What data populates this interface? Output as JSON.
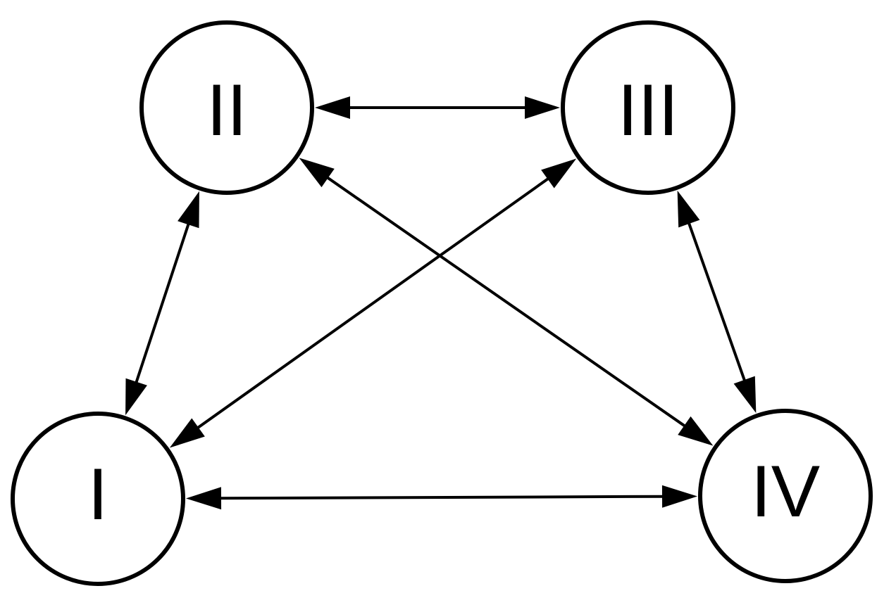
{
  "diagram": {
    "nodes": [
      {
        "id": "I",
        "label": "I"
      },
      {
        "id": "II",
        "label": "II"
      },
      {
        "id": "III",
        "label": "III"
      },
      {
        "id": "IV",
        "label": "IV"
      }
    ],
    "edges": [
      {
        "from": "II",
        "to": "III",
        "direction": "both"
      },
      {
        "from": "I",
        "to": "IV",
        "direction": "both"
      },
      {
        "from": "I",
        "to": "II",
        "direction": "both"
      },
      {
        "from": "III",
        "to": "IV",
        "direction": "both"
      },
      {
        "from": "II",
        "to": "IV",
        "direction": "both"
      },
      {
        "from": "I",
        "to": "III",
        "direction": "both"
      }
    ],
    "colors": {
      "stroke": "#000000",
      "fill": "#ffffff"
    }
  }
}
